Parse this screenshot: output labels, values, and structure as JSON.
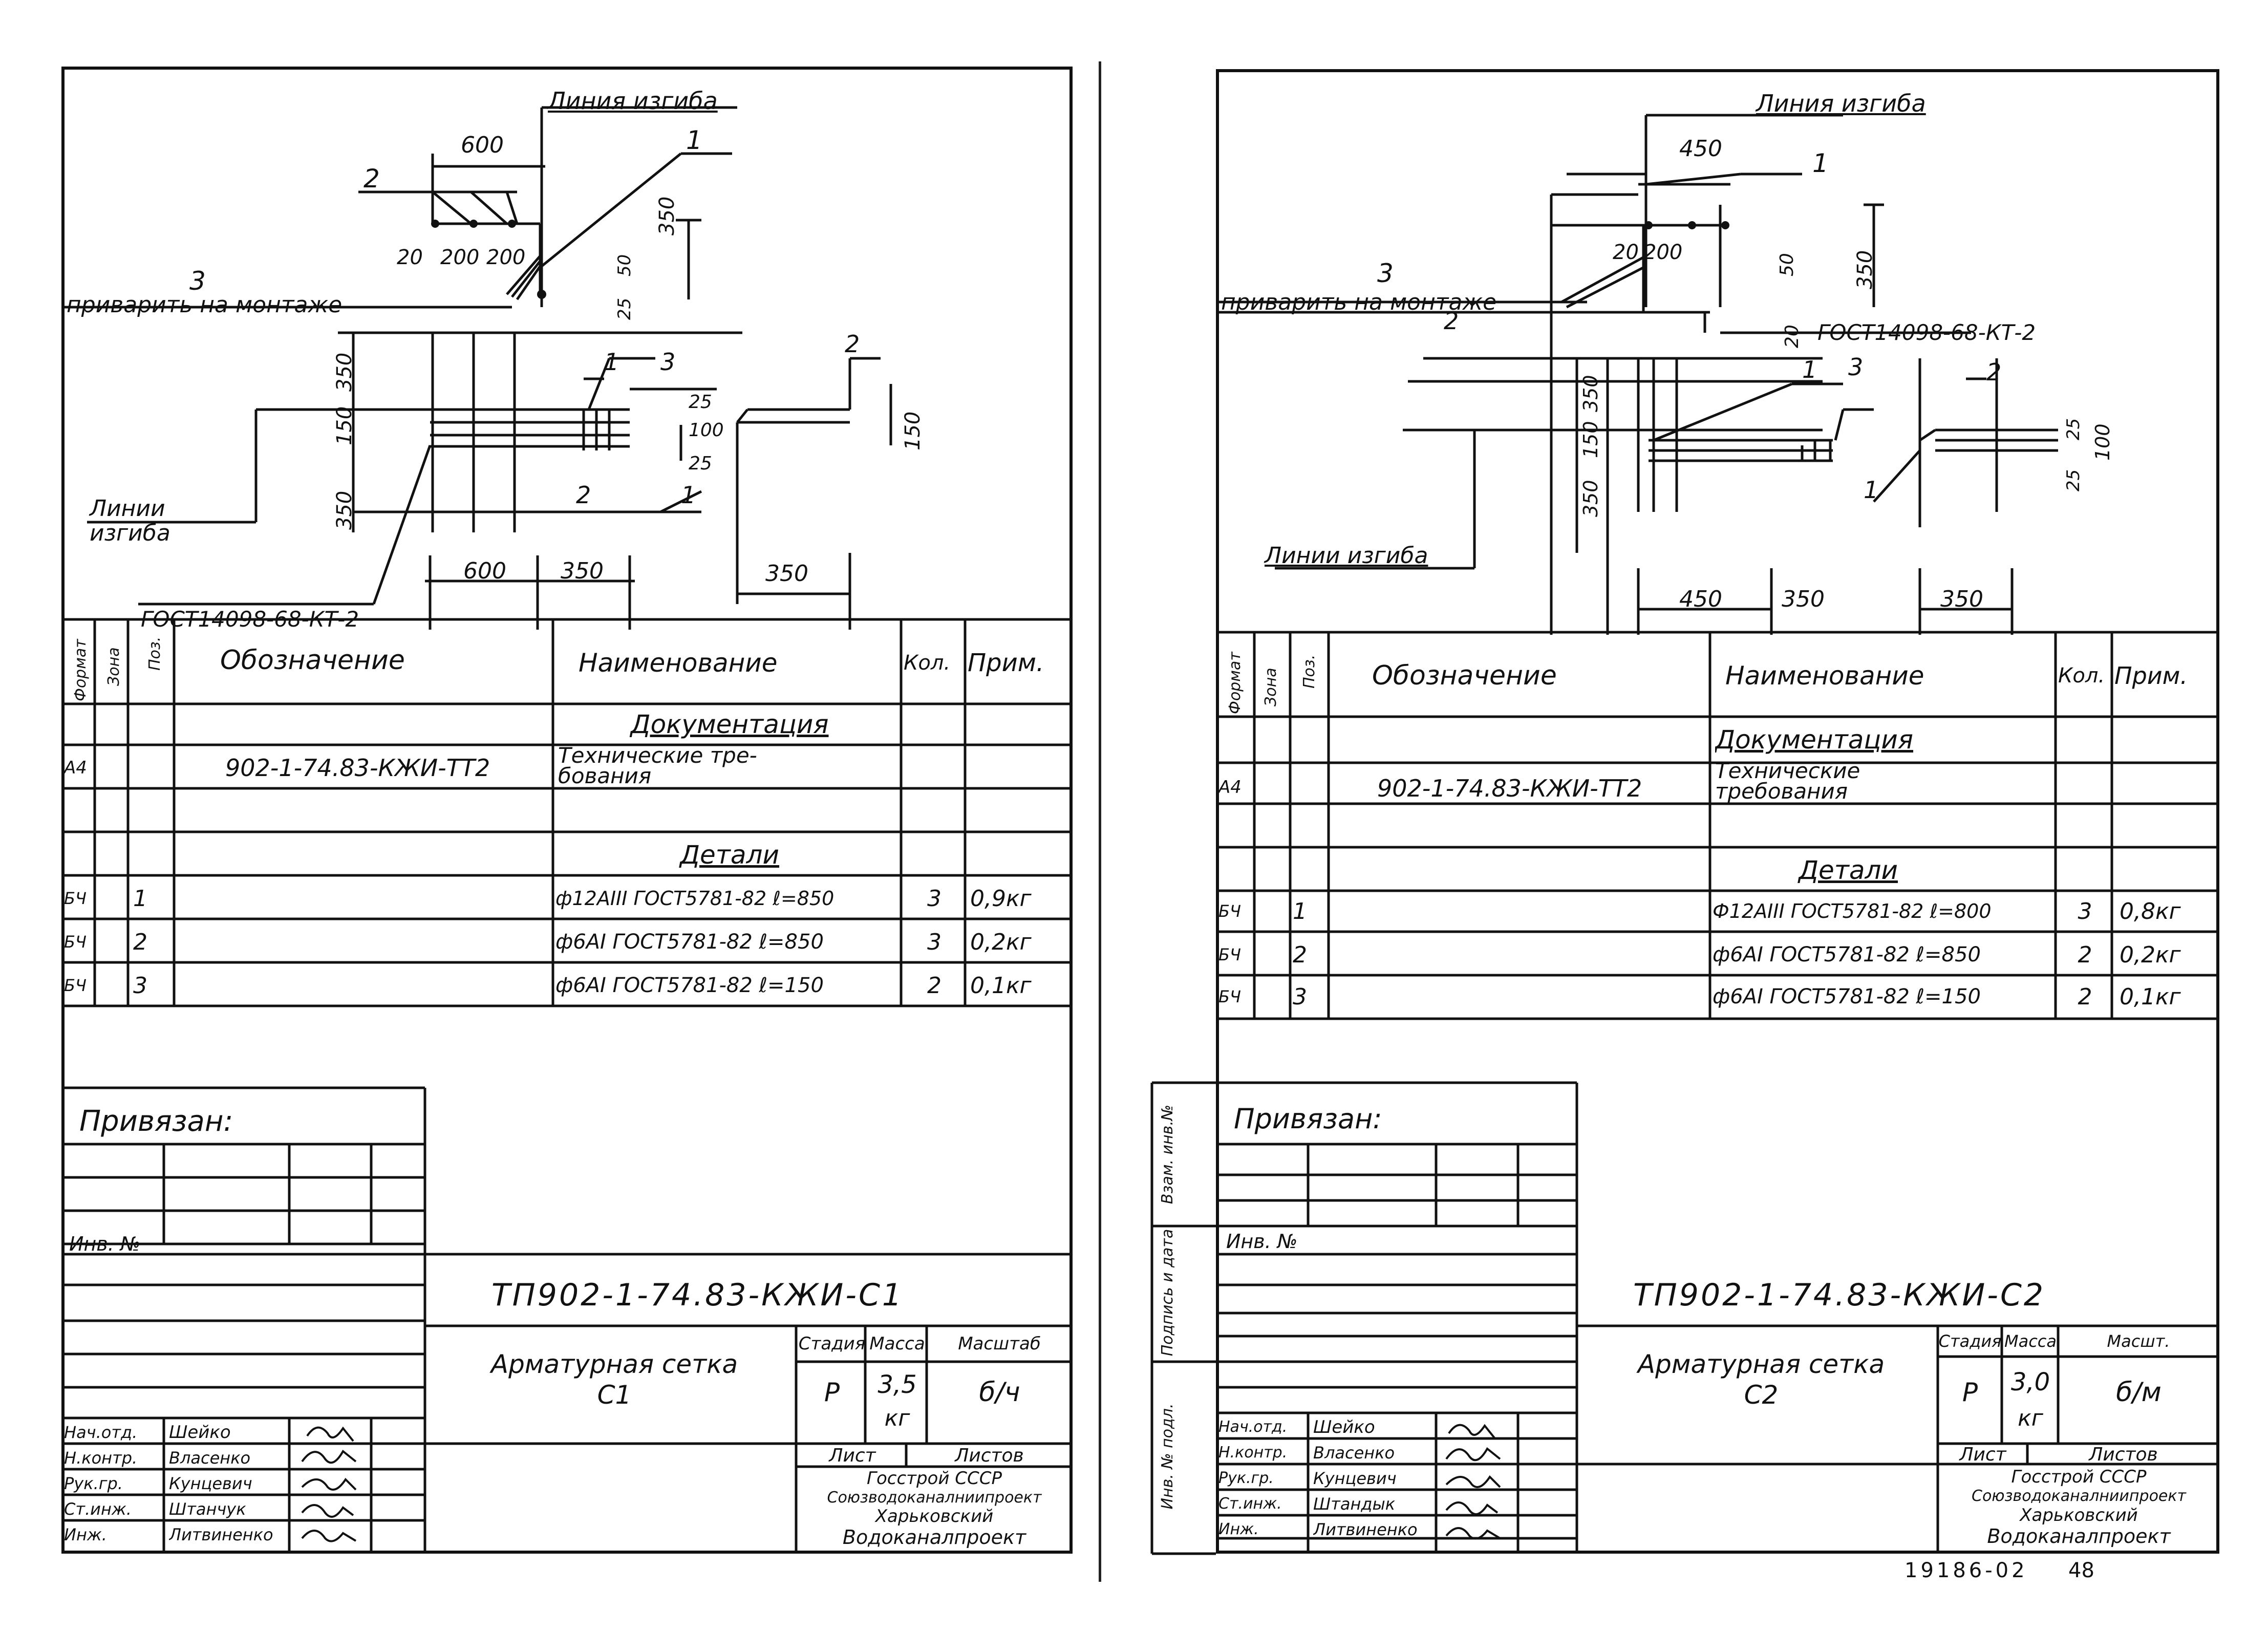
{
  "footer_stamp": {
    "code": "19186-02",
    "page": "48"
  },
  "sheets": [
    {
      "drawing": {
        "labels": {
          "bend_line": "Линия изгиба",
          "weld_note": "приварить на монтаже",
          "bend_lines": "Линии изгиба",
          "gost_weld": "ГОСТ14098-68-КТ-2",
          "pos1": "1",
          "pos2": "2",
          "pos3": "3"
        },
        "dims": [
          "600",
          "20",
          "200",
          "200",
          "350",
          "50",
          "25",
          "350",
          "150",
          "350",
          "25",
          "100",
          "25",
          "150",
          "600",
          "350",
          "350"
        ]
      },
      "spec": {
        "headers": [
          "Формат",
          "Зона",
          "Поз.",
          "Обозначение",
          "Наименование",
          "Кол.",
          "Прим."
        ],
        "section_docs": "Документация",
        "doc_row": {
          "format": "А4",
          "designation": "902-1-74.83-КЖИ-ТТ2",
          "name_line1": "Технические тре-",
          "name_line2": "бования"
        },
        "section_parts": "Детали",
        "rows": [
          {
            "format": "БЧ",
            "pos": "1",
            "name": "ф12АIII ГОСТ5781-82 ℓ=850",
            "qty": "3",
            "note": "0,9кг"
          },
          {
            "format": "БЧ",
            "pos": "2",
            "name": "ф6АI ГОСТ5781-82 ℓ=850",
            "qty": "3",
            "note": "0,2кг"
          },
          {
            "format": "БЧ",
            "pos": "3",
            "name": "ф6АI ГОСТ5781-82 ℓ=150",
            "qty": "2",
            "note": "0,1кг"
          }
        ]
      },
      "privyazan": "Привязан:",
      "inv_no": "Инв. №",
      "title_block": {
        "doc_code": "ТП902-1-74.83-КЖИ-С1",
        "title_line1": "Арматурная сетка",
        "title_line2": "С1",
        "stage_label": "Стадия",
        "mass_label": "Масса",
        "scale_label": "Масштаб",
        "stage": "Р",
        "mass": "3,5",
        "mass_unit": "кг",
        "scale": "б/ч",
        "sheet_label": "Лист",
        "sheets_label": "Листов",
        "org_line1": "Госстрой СССР",
        "org_line2": "Союзводоканалниипроект",
        "org_line3": "Харьковский",
        "org_line4": "Водоканалпроект",
        "signers": [
          {
            "role": "Нач.отд.",
            "name": "Шейко"
          },
          {
            "role": "Н.контр.",
            "name": "Власенко"
          },
          {
            "role": "Рук.гр.",
            "name": "Кунцевич"
          },
          {
            "role": "Ст.инж.",
            "name": "Штанчук"
          },
          {
            "role": "Инж.",
            "name": "Литвиненко"
          }
        ]
      }
    },
    {
      "drawing": {
        "labels": {
          "bend_line": "Линия изгиба",
          "weld_note": "приварить на монтаже",
          "bend_lines": "Линии изгиба",
          "gost_weld": "ГОСТ14098-68-КТ-2",
          "pos1": "1",
          "pos2": "2",
          "pos3": "3"
        },
        "dims": [
          "450",
          "20",
          "200",
          "50",
          "350",
          "20",
          "350",
          "150",
          "350",
          "25",
          "25",
          "100",
          "450",
          "350",
          "350"
        ]
      },
      "spec": {
        "headers": [
          "Формат",
          "Зона",
          "Поз.",
          "Обозначение",
          "Наименование",
          "Кол.",
          "Прим."
        ],
        "section_docs": "Документация",
        "doc_row": {
          "format": "А4",
          "designation": "902-1-74.83-КЖИ-ТТ2",
          "name_line1": "Технические",
          "name_line2": "требования"
        },
        "section_parts": "Детали",
        "rows": [
          {
            "format": "БЧ",
            "pos": "1",
            "name": "Ф12АIII ГОСТ5781-82 ℓ=800",
            "qty": "3",
            "note": "0,8кг"
          },
          {
            "format": "БЧ",
            "pos": "2",
            "name": "ф6АI ГОСТ5781-82 ℓ=850",
            "qty": "2",
            "note": "0,2кг"
          },
          {
            "format": "БЧ",
            "pos": "3",
            "name": "ф6АI ГОСТ5781-82 ℓ=150",
            "qty": "2",
            "note": "0,1кг"
          }
        ]
      },
      "privyazan": "Привязан:",
      "inv_no": "Инв. №",
      "side_stamp": [
        "Инв. № подл.",
        "Подпись и дата",
        "Взам. инв.№"
      ],
      "title_block": {
        "doc_code": "ТП902-1-74.83-КЖИ-С2",
        "title_line1": "Арматурная сетка",
        "title_line2": "С2",
        "stage_label": "Стадия",
        "mass_label": "Масса",
        "scale_label": "Масшт.",
        "stage": "Р",
        "mass": "3,0",
        "mass_unit": "кг",
        "scale": "б/м",
        "sheet_label": "Лист",
        "sheets_label": "Листов",
        "org_line1": "Госстрой СССР",
        "org_line2": "Союзводоканалниипроект",
        "org_line3": "Харьковский",
        "org_line4": "Водоканалпроект",
        "signers": [
          {
            "role": "Нач.отд.",
            "name": "Шейко"
          },
          {
            "role": "Н.контр.",
            "name": "Власенко"
          },
          {
            "role": "Рук.гр.",
            "name": "Кунцевич"
          },
          {
            "role": "Ст.инж.",
            "name": "Штандык"
          },
          {
            "role": "Инж.",
            "name": "Литвиненко"
          }
        ]
      }
    }
  ]
}
